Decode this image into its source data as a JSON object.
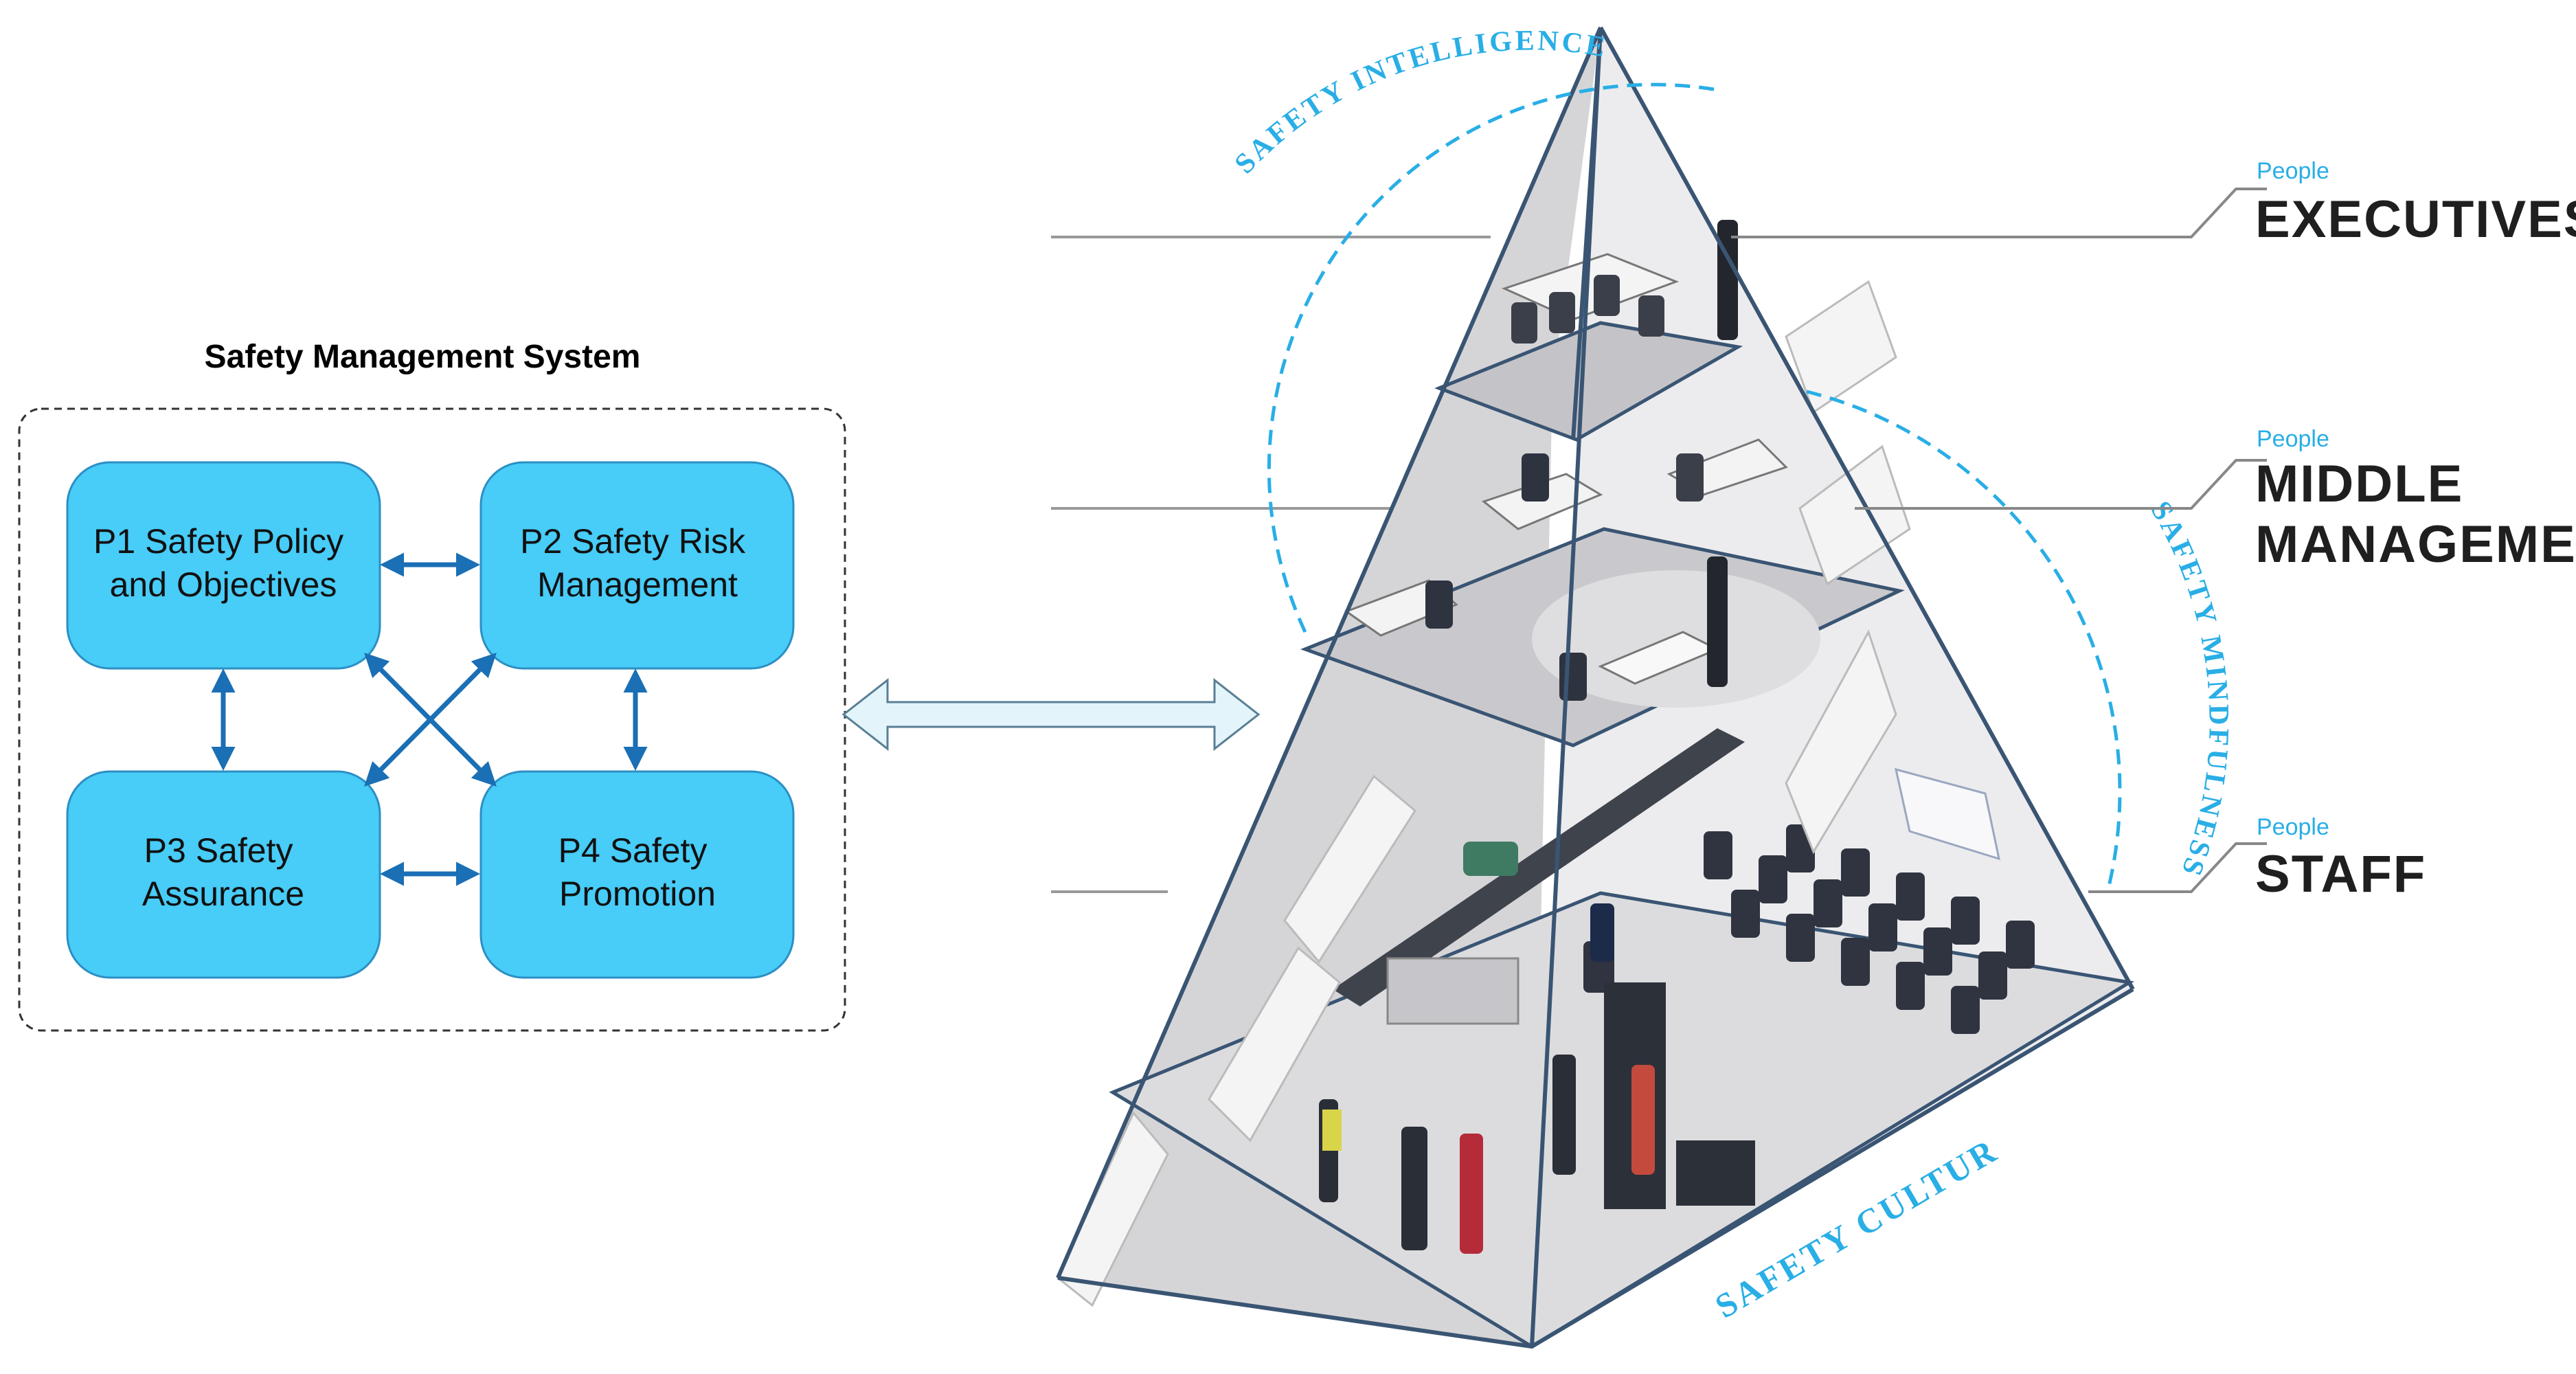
{
  "sms": {
    "title": "Safety Management System",
    "boxes": [
      {
        "id": "p1",
        "lines": [
          "P1 Safety Policy",
          "and Objectives"
        ]
      },
      {
        "id": "p2",
        "lines": [
          "P2 Safety Risk",
          "Management"
        ]
      },
      {
        "id": "p3",
        "lines": [
          "P3 Safety",
          "Assurance"
        ]
      },
      {
        "id": "p4",
        "lines": [
          "P4 Safety",
          "Promotion"
        ]
      }
    ]
  },
  "pyramid": {
    "arcs": {
      "intelligence": "SAFETY INTELLIGENCE",
      "mindfulness": "SAFETY MINDFULNESS",
      "culture": "SAFETY CULTURE"
    },
    "tiers": [
      {
        "people": "People",
        "name_lines": [
          "EXECUTIVES"
        ]
      },
      {
        "people": "People",
        "name_lines": [
          "MIDDLE",
          "MANAGEMENT"
        ]
      },
      {
        "people": "People",
        "name_lines": [
          "STAFF"
        ]
      }
    ]
  },
  "colors": {
    "box_fill": "#48ccf8",
    "box_stroke": "#2b8fc4",
    "arrow": "#1a6fb5",
    "accent_text": "#29aee6",
    "pyramid_edge": "#3a5573",
    "bidir_fill": "#e3f5fb"
  }
}
